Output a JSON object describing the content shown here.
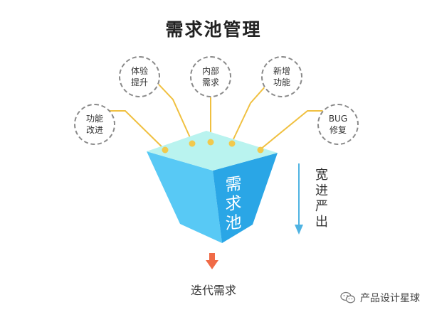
{
  "title": "需求池管理",
  "sources": [
    {
      "id": "improve",
      "label": "功能\n改进"
    },
    {
      "id": "experience",
      "label": "体验\n提升"
    },
    {
      "id": "internal",
      "label": "内部\n需求"
    },
    {
      "id": "new",
      "label": "新增\n功能"
    },
    {
      "id": "bug",
      "label": "BUG\n修复"
    }
  ],
  "pool_label": "需\n求\n池",
  "side_label": "宽\n进\n严\n出",
  "output_label": "迭代需求",
  "watermark": "产品设计星球",
  "colors": {
    "connector": "#f0c040",
    "dot": "#f2c94c",
    "top_face": "#b9f3ef",
    "front_face": "#58c9f5",
    "side_face": "#2aa6e6",
    "arrow_side": "#4fb3e2",
    "arrow_output": "#f06b47",
    "bubble_border": "#8a8a8a"
  }
}
